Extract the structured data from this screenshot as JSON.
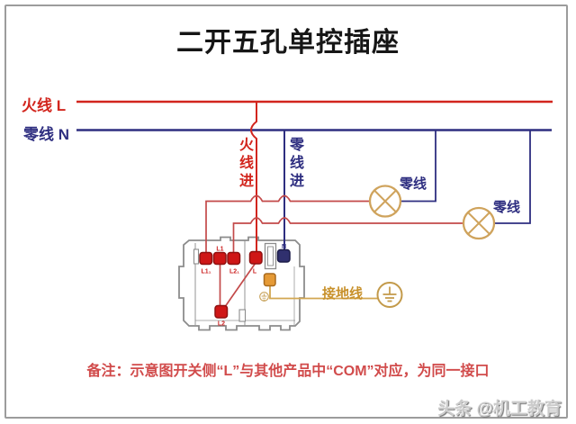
{
  "title": "二开五孔单控插座",
  "bus": {
    "live_label": "火线 L",
    "neutral_label": "零线 N"
  },
  "feeds": {
    "live_in_label": "火线进",
    "neutral_in_label": "零线进"
  },
  "lamps": [
    {
      "neutral_label": "零线"
    },
    {
      "neutral_label": "零线"
    }
  ],
  "ground_label": "接地线",
  "terminals": {
    "l1_out": "L1₁",
    "l1_com": "L1",
    "l2_out": "L2₁",
    "live": "L",
    "neutral": "N",
    "l2_com": "L2"
  },
  "note": "备注：示意图开关侧“L”与其他产品中“COM”对应，为同一接口",
  "watermark": "头条 @机工教育",
  "colors": {
    "live": "#d2251d",
    "neutral": "#2e2e80",
    "switched": "#c34a4a",
    "lamp": "#cfa35c",
    "ground_wire": "#d2a752",
    "ground_symbol": "#c39a4a",
    "ground_text": "#c8912b",
    "device_outline": "#8c8c8c",
    "terminal_live": "#cf1616",
    "terminal_neutral": "#30306e",
    "terminal_ground": "#e59a36",
    "note_text": "#d14b4b",
    "title_text": "#161616",
    "watermark_text": "#cbcbcb",
    "frame": "#9c9c9c"
  }
}
